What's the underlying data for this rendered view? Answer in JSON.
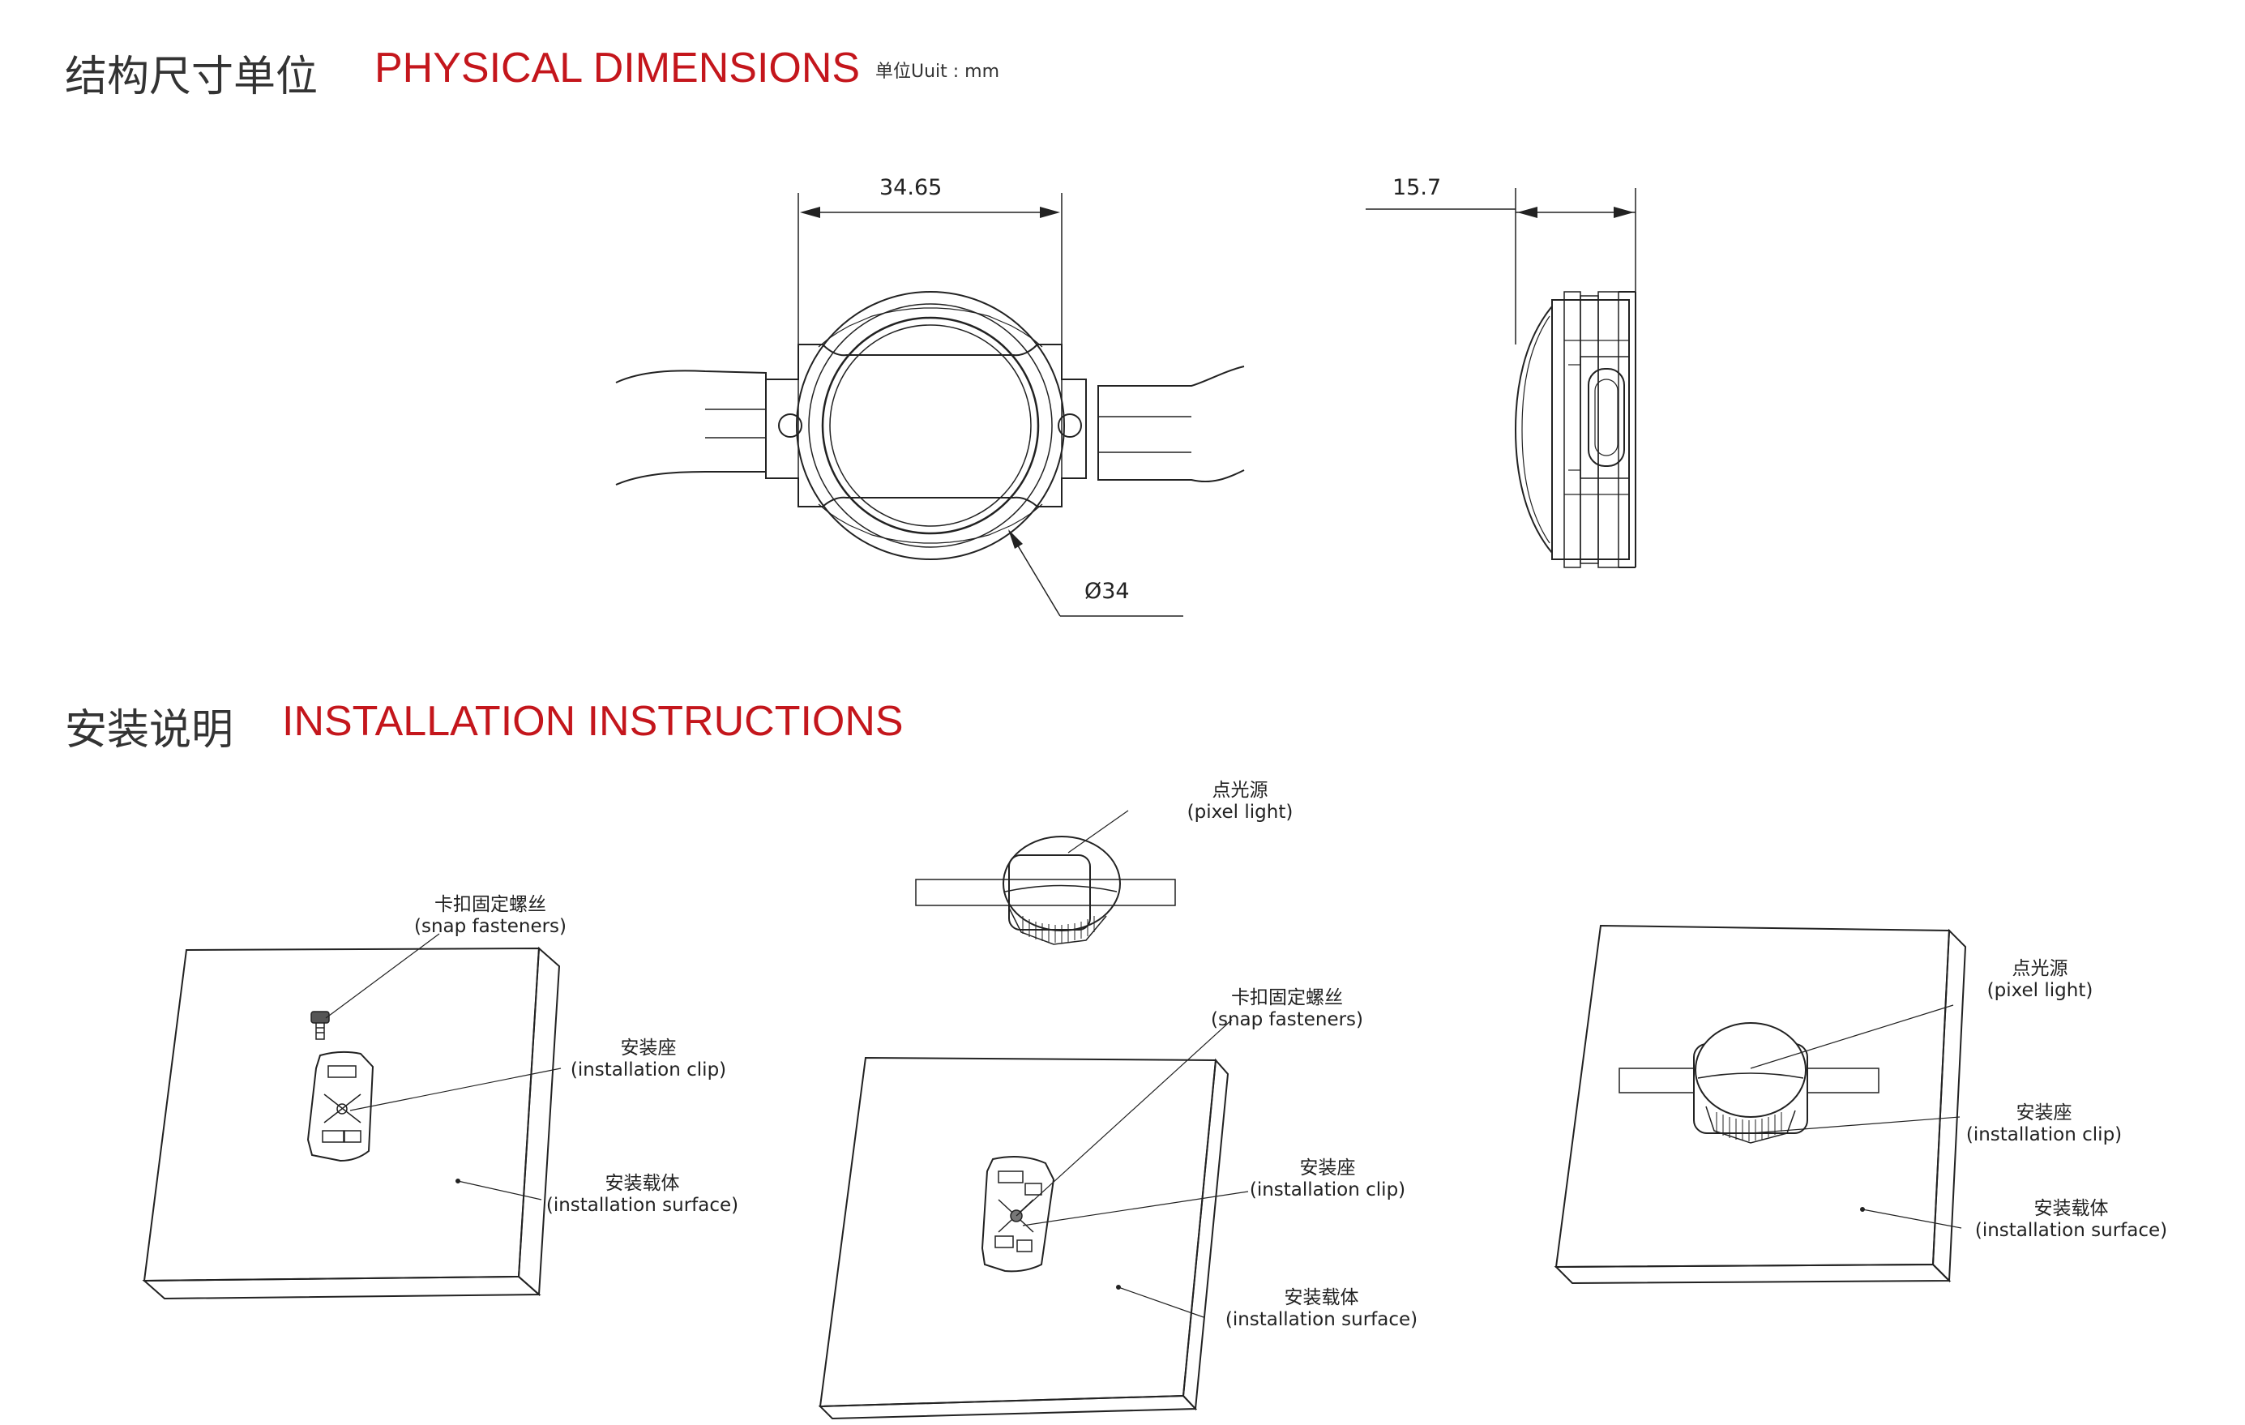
{
  "sections": {
    "dimensions": {
      "title_cn": "结构尺寸单位",
      "title_en": "PHYSICAL DIMENSIONS",
      "unit": "单位Uuit : mm"
    },
    "installation": {
      "title_cn": "安装说明",
      "title_en": "INSTALLATION INSTRUCTIONS"
    }
  },
  "dimensions": {
    "width": "34.65",
    "depth": "15.7",
    "diameter": "Ø34"
  },
  "callouts": {
    "snap": {
      "cn": "卡扣固定螺丝",
      "en": "(snap fasteners)"
    },
    "clip": {
      "cn": "安装座",
      "en": "(installation clip)"
    },
    "surface": {
      "cn": "安装载体",
      "en": "(installation surface)"
    },
    "pixel": {
      "cn": "点光源",
      "en": "(pixel light)"
    }
  },
  "colors": {
    "accent": "#c4161c",
    "text": "#333333",
    "line": "#222222"
  }
}
